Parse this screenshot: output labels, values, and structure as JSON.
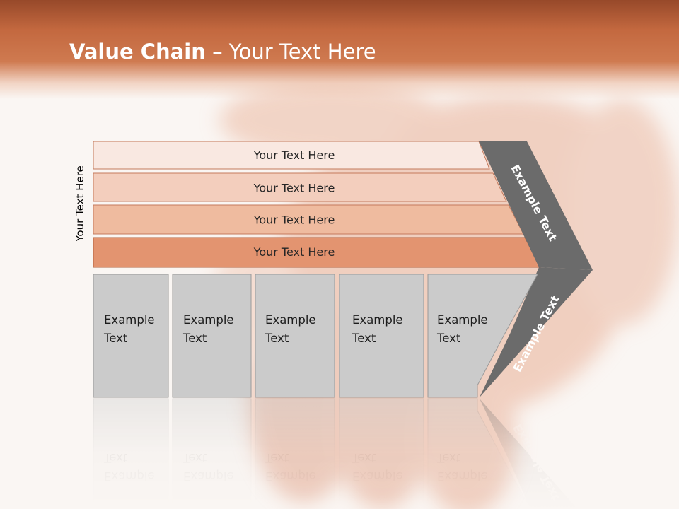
{
  "slide": {
    "title_bold": "Value Chain",
    "title_rest": " – Your Text Here",
    "side_label": "Your Text Here"
  },
  "bands": [
    {
      "label": "Your Text Here",
      "color": "#f9e8e1"
    },
    {
      "label": "Your Text Here",
      "color": "#f3cebd"
    },
    {
      "label": "Your Text Here",
      "color": "#efbb9f"
    },
    {
      "label": "Your Text Here",
      "color": "#e39470"
    }
  ],
  "activities": [
    {
      "line1": "Example",
      "line2": "Text"
    },
    {
      "line1": "Example",
      "line2": "Text"
    },
    {
      "line1": "Example",
      "line2": "Text"
    },
    {
      "line1": "Example",
      "line2": "Text"
    },
    {
      "line1": "Example",
      "line2": "Text"
    }
  ],
  "margin_arrow": {
    "upper_label": "Example Text",
    "lower_label": "Example Text",
    "color": "#6b6b6b"
  },
  "colors": {
    "header": "#c3683f",
    "box_fill": "#cbcbcb",
    "box_border": "#9a9a9a"
  }
}
